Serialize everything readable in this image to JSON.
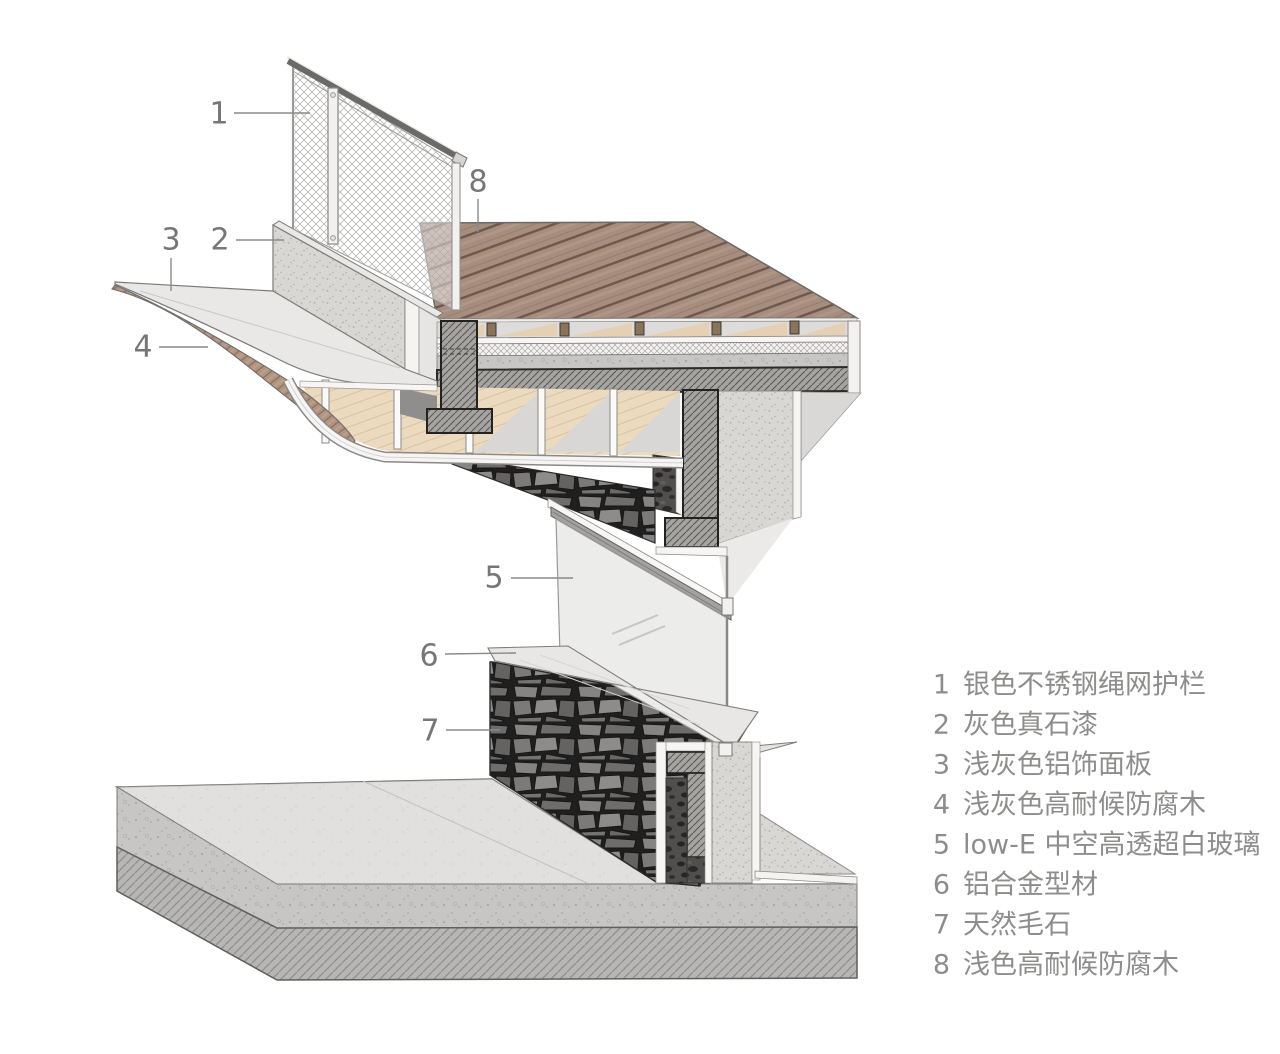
{
  "figure": {
    "type": "architectural-detail-axonometric-section",
    "callouts": [
      {
        "num": "1"
      },
      {
        "num": "2"
      },
      {
        "num": "3"
      },
      {
        "num": "4"
      },
      {
        "num": "5"
      },
      {
        "num": "6"
      },
      {
        "num": "7"
      },
      {
        "num": "8"
      }
    ],
    "legend": {
      "items": [
        {
          "num": "1",
          "label": "银色不锈钢绳网护栏"
        },
        {
          "num": "2",
          "label": "灰色真石漆"
        },
        {
          "num": "3",
          "label": "浅灰色铝饰面板"
        },
        {
          "num": "4",
          "label": "浅灰色高耐候防腐木"
        },
        {
          "num": "5",
          "label": "low-E 中空高透超白玻璃"
        },
        {
          "num": "6",
          "label": "铝合金型材"
        },
        {
          "num": "7",
          "label": "天然毛石"
        },
        {
          "num": "8",
          "label": "浅色高耐候防腐木"
        }
      ]
    },
    "colors": {
      "background": "#ffffff",
      "deck_wood": "#a78d7d",
      "deck_wood_dark": "#6d584b",
      "stone_paint": "#d8d7d4",
      "aluminum_panel": "#e9e8e6",
      "fascia_wood": "#b29480",
      "interior_wood": "#ecdabf",
      "concrete_hatch": "#a5a4a1",
      "natural_stone": "#6e6d6c",
      "glass": "#ececea",
      "text_gray": "#8d8d8c"
    }
  }
}
